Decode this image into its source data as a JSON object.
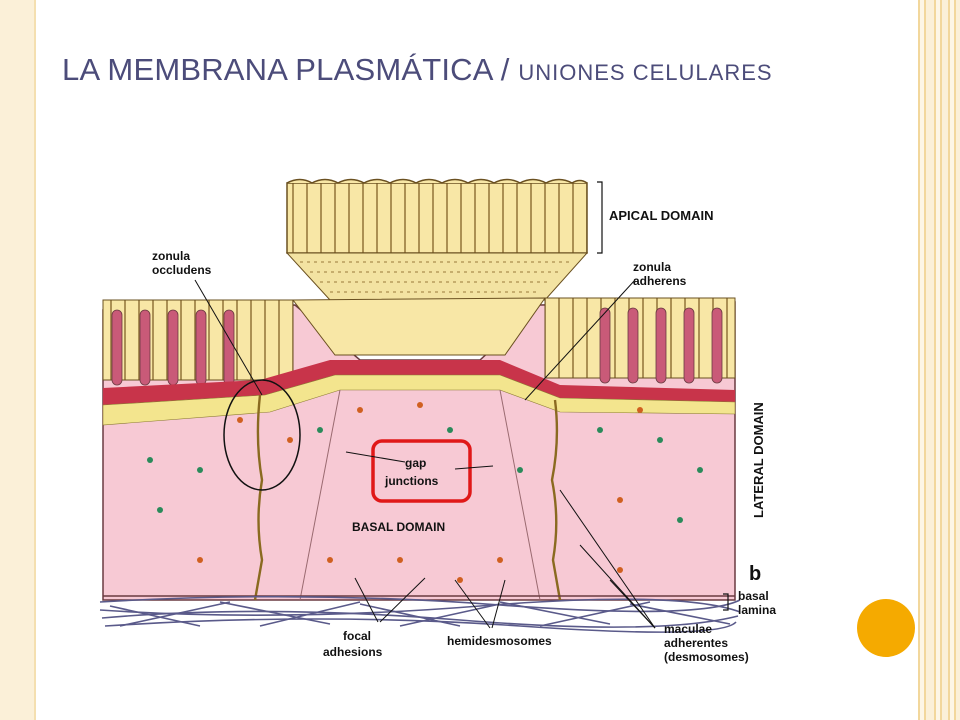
{
  "slide": {
    "title_main": "LA MEMBRANA PLASMÁTICA / ",
    "title_sub": "UNIONES CELULARES"
  },
  "diagram": {
    "labels": {
      "apical_domain": "APICAL DOMAIN",
      "zonula_occludens_1": "zonula",
      "zonula_occludens_2": "occludens",
      "zonula_adherens_1": "zonula",
      "zonula_adherens_2": "adherens",
      "gap_1": "gap",
      "gap_2": "junctions",
      "basal_domain": "BASAL DOMAIN",
      "lateral_domain": "LATERAL DOMAIN",
      "panel_letter": "b",
      "basal_lamina_1": "basal",
      "basal_lamina_2": "lamina",
      "focal_1": "focal",
      "focal_2": "adhesions",
      "hemidesmosomes": "hemidesmosomes",
      "maculae_1": "maculae",
      "maculae_2": "adherentes",
      "maculae_3": "(desmosomes)"
    },
    "colors": {
      "cell_fill": "#f7c9d4",
      "microvilli_fill": "#f8e7a6",
      "band_red": "#c8344a",
      "band_yellow": "#f3e58e",
      "highlight_box": "#e01818",
      "lamina_fibers": "#5a5a8a"
    }
  },
  "decor": {
    "accent_dot": "#f5aa00",
    "frame_color": "#fbf0d8"
  }
}
